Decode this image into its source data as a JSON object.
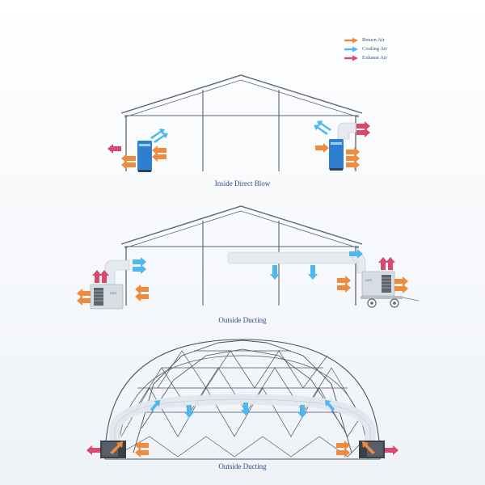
{
  "legend": [
    {
      "label": "Return Air",
      "color": "#f08a3c"
    },
    {
      "label": "Cooling Air",
      "color": "#4db8f0"
    },
    {
      "label": "Exhaust Air",
      "color": "#d84a6e"
    }
  ],
  "panels": [
    {
      "caption": "Inside Direct Blow"
    },
    {
      "caption": "Outside Ducting"
    },
    {
      "caption": "Outside Ducting"
    }
  ],
  "unit_badge": "DRS",
  "colors": {
    "frame": "#5a6470",
    "unit": "#2f7fd0",
    "duct": "#e4eaf0",
    "return": "#f08a3c",
    "cooling": "#4db8f0",
    "exhaust": "#d84a6e"
  }
}
